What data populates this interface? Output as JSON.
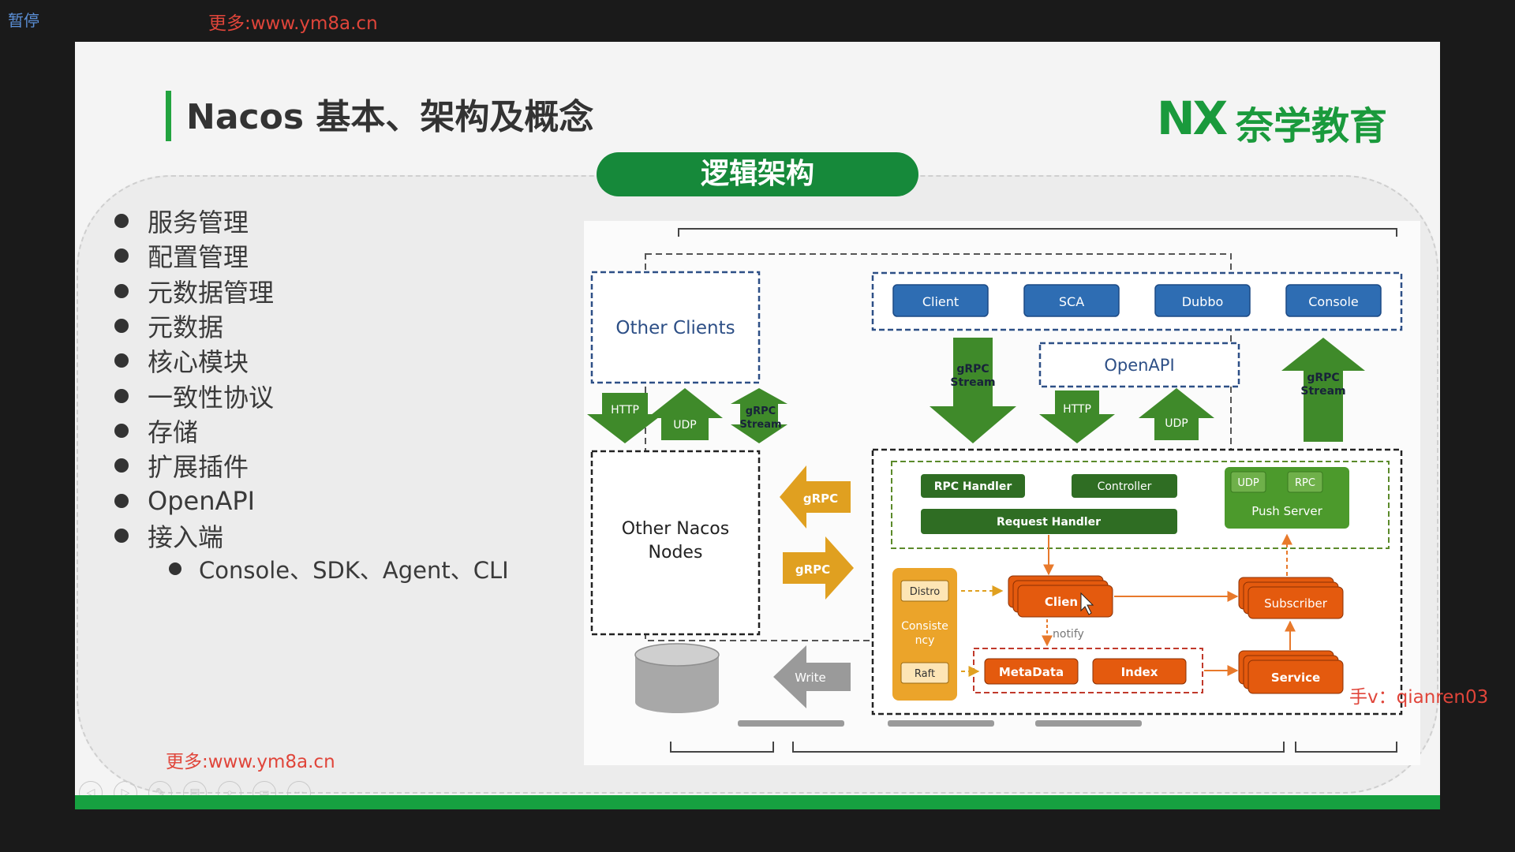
{
  "overlay": {
    "status": "暂停",
    "watermark_top": "更多:www.ym8a.cn",
    "watermark_bottom": "更多:www.ym8a.cn",
    "wechat": "手v：qianren03"
  },
  "slide": {
    "title": "Nacos 基本、架构及概念",
    "logo_mark": "NX",
    "logo_text": "奈学教育",
    "section": "逻辑架构",
    "bullets": [
      "服务管理",
      "配置管理",
      "元数据管理",
      "元数据",
      "核心模块",
      "一致性协议",
      "存储",
      "扩展插件",
      "OpenAPI",
      "接入端"
    ],
    "sub_bullet": "Console、SDK、Agent、CLI"
  },
  "player": {
    "controls": [
      "◁",
      "▷",
      "✎",
      "▤",
      "⌕",
      "▭",
      "⋯"
    ]
  },
  "diagram": {
    "other_clients": "Other Clients",
    "other_nodes_l1": "Other Nacos",
    "other_nodes_l2": "Nodes",
    "clients": [
      "Client",
      "SCA",
      "Dubbo",
      "Console"
    ],
    "openapi": "OpenAPI",
    "http": "HTTP",
    "udp": "UDP",
    "grpc_stream_l1": "gRPC",
    "grpc_stream_l2": "Stream",
    "grpc": "gRPC",
    "write": "Write",
    "rpc_handler": "RPC Handler",
    "controller": "Controller",
    "request_handler": "Request Handler",
    "push_udp": "UDP",
    "push_rpc": "RPC",
    "push_server": "Push Server",
    "distro": "Distro",
    "consistency_l1": "Consiste",
    "consistency_l2": "ncy",
    "raft": "Raft",
    "client_core": "Clien",
    "notify": "notify",
    "metadata": "MetaData",
    "index": "Index",
    "subscriber": "Subscriber",
    "service": "Service"
  },
  "colors": {
    "brand_green": "#16893a",
    "arrow_green": "#3f8a2a",
    "box_blue": "#2e6db3",
    "core_orange": "#e45a0e",
    "consistency_gold": "#eba42a",
    "watermark_red": "#e0453a"
  }
}
